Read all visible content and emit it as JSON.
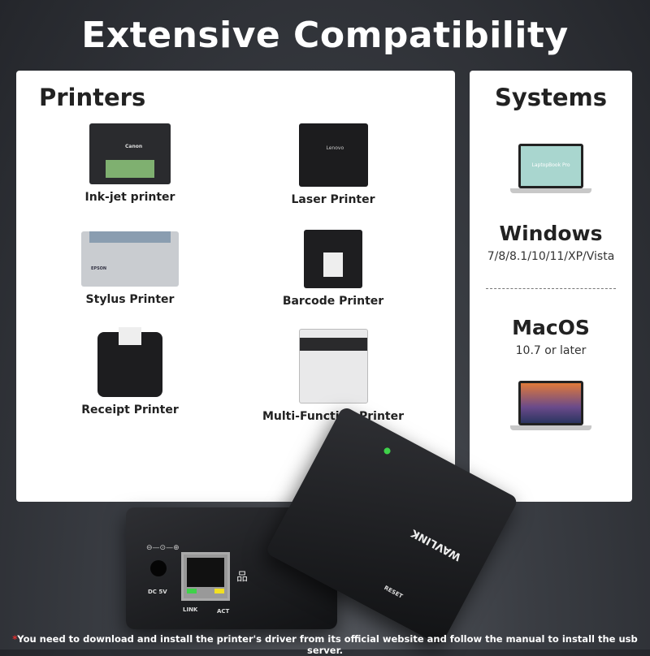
{
  "title": "Extensive Compatibility",
  "printers": {
    "heading": "Printers",
    "items": [
      {
        "label": "Ink-jet printer",
        "brand": "Canon"
      },
      {
        "label": "Laser Printer",
        "brand": "Lenovo"
      },
      {
        "label": "Stylus Printer",
        "brand": "EPSON"
      },
      {
        "label": "Barcode Printer"
      },
      {
        "label": "Receipt Printer"
      },
      {
        "label": "Multi-Function Printer"
      }
    ]
  },
  "systems": {
    "heading": "Systems",
    "laptop_screen_text": "LaptopBook Pro",
    "windows": {
      "name": "Windows",
      "versions": "7/8/8.1/10/11/XP/Vista"
    },
    "macos": {
      "name": "MacOS",
      "versions": "10.7 or later"
    }
  },
  "device": {
    "brand": "WAVLINK",
    "ports": {
      "power": "DC 5V",
      "link": "LINK",
      "act": "ACT",
      "reset": "RESET"
    }
  },
  "footnote": {
    "star": "*",
    "text": "You need to download and install the printer's driver from its official website and follow the manual to install the usb server."
  },
  "colors": {
    "accent_star": "#e53030",
    "led_green": "#3fd24a",
    "led_yellow": "#f2e021"
  }
}
